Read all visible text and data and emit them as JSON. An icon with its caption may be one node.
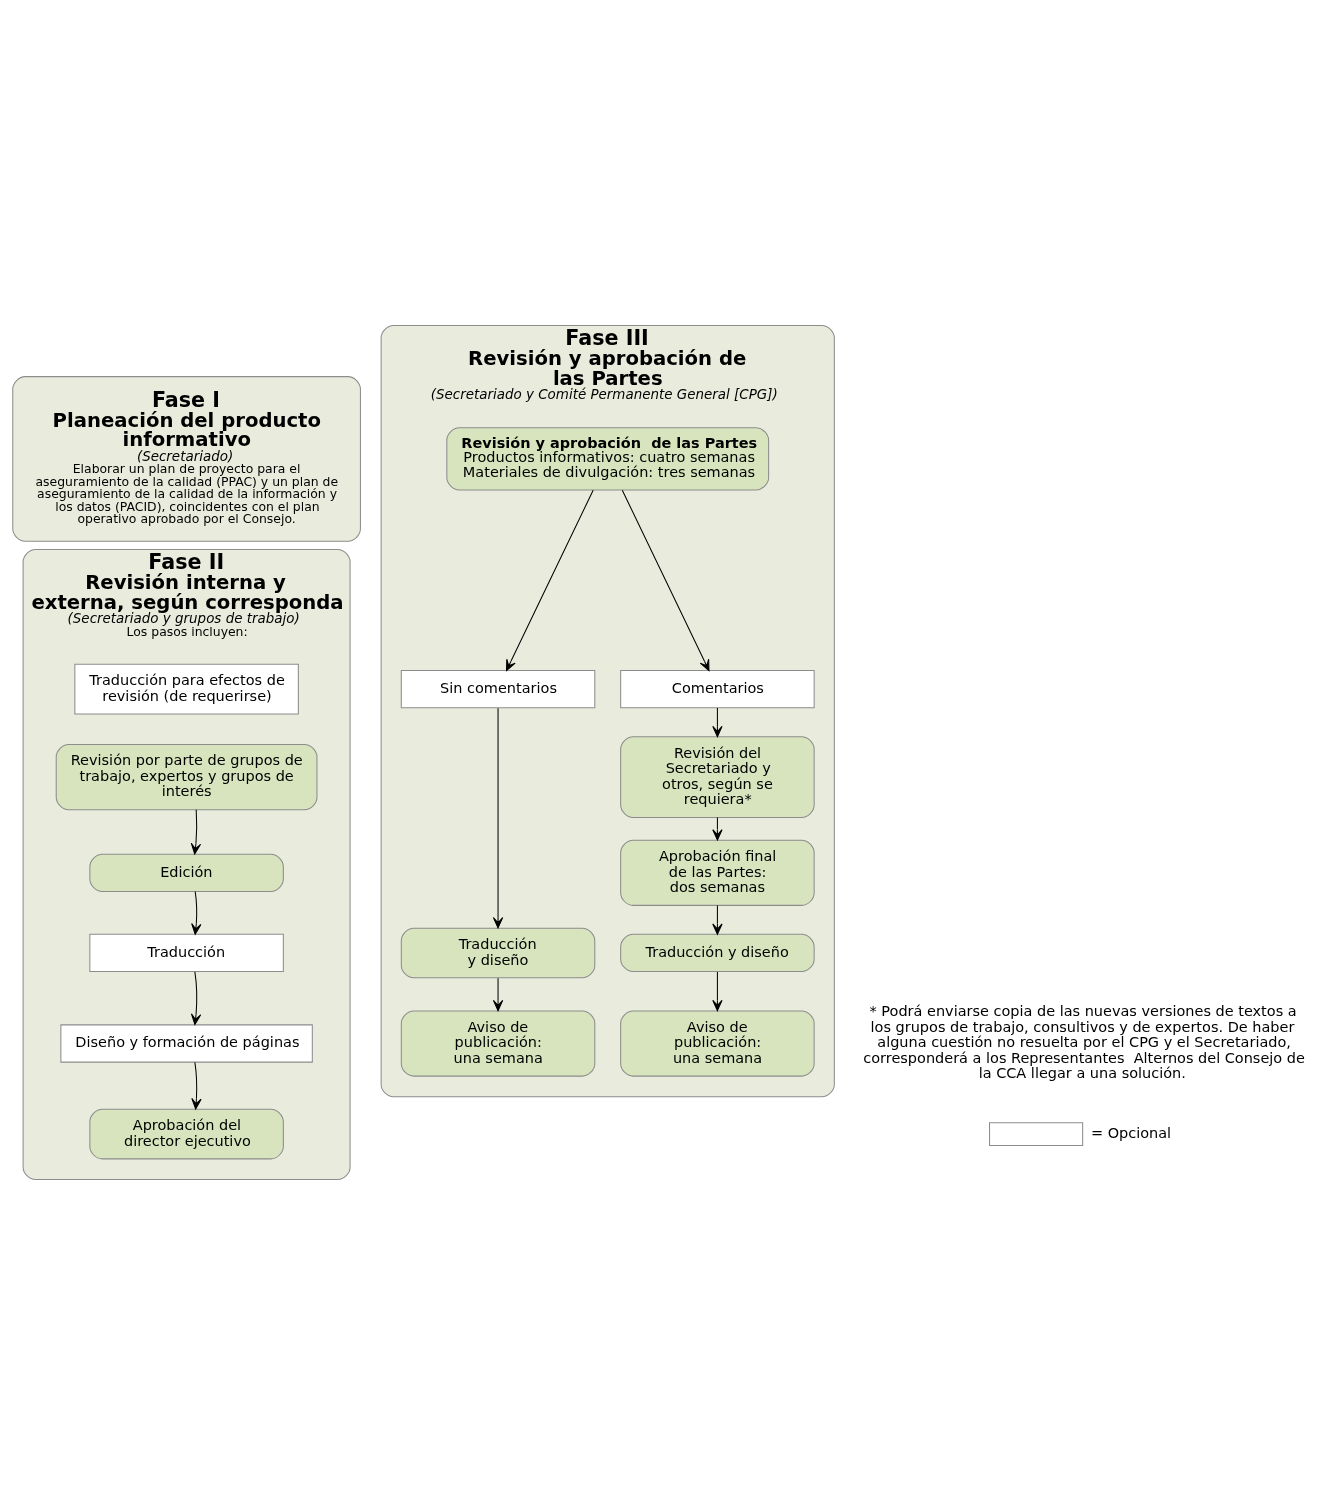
{
  "diagram": {
    "nodes": [
      {
        "text": [
          "Fase I",
          "Planeación del producto informativo",
          "(Secretariado)",
          "Elaborar un plan de proyecto para el aseguramiento de la calidad (PPAC) y un plan de aseguramiento de la calidad de la información y los datos (PACID), coincidentes con el plan operativo aprobado por el Consejo."
        ]
      },
      {
        "text": [
          "Fase II",
          "Revisión interna y externa, según corresponda",
          "(Secretariado y grupos de trabajo)",
          "Los pasos incluyen:"
        ]
      },
      {
        "text": [
          "Traducción para efectos de revisión (de requerirse)"
        ],
        "in": 1
      },
      {
        "text": [
          "Revisión por parte de grupos de trabajo, expertos y grupos de interés"
        ],
        "in": 1
      },
      {
        "text": [
          "Edición"
        ],
        "in": 1
      },
      {
        "text": [
          "Traducción"
        ],
        "in": 1
      },
      {
        "text": [
          "Diseño y formación de páginas"
        ],
        "in": 1
      },
      {
        "text": [
          "Aprobación del director ejecutivo"
        ],
        "in": 1
      },
      {
        "text": [
          "Fase III",
          "Revisión y aprobación de las Partes",
          "(Secretariado y Comité Permanente General [CPG])"
        ]
      },
      {
        "text": [
          "Revisión y aprobación  de las Partes",
          "Productos informativos: cuatro semanas",
          "Materiales de divulgación: tres semanas"
        ],
        "in": 8
      },
      {
        "text": [
          "Sin comentarios"
        ],
        "in": 8
      },
      {
        "text": [
          "Comentarios"
        ],
        "in": 8
      },
      {
        "text": [
          "Revisión del Secretariado y otros, según se requiera*"
        ],
        "in": 8
      },
      {
        "text": [
          "Aprobación final de las Partes: dos semanas"
        ],
        "in": 8
      },
      {
        "text": [
          "Traducción y diseño"
        ],
        "in": 8
      },
      {
        "text": [
          "Aviso de publicación: una semana"
        ],
        "in": 8
      },
      {
        "text": [
          "Traducción y diseño"
        ],
        "in": 8
      },
      {
        "text": [
          "Aviso de publicación: una semana"
        ],
        "in": 8
      }
    ],
    "edges": [
      {
        "from": 3,
        "to": 4,
        "arrow": "to"
      },
      {
        "from": 4,
        "to": 5,
        "arrow": "to"
      },
      {
        "from": 5,
        "to": 6,
        "arrow": "to"
      },
      {
        "from": 6,
        "to": 7,
        "arrow": "to"
      },
      {
        "from": 9,
        "to": 10,
        "arrow": "to"
      },
      {
        "from": 9,
        "to": 11,
        "arrow": "to"
      },
      {
        "from": 10,
        "to": 14,
        "arrow": "to"
      },
      {
        "from": 11,
        "to": 12,
        "arrow": "to"
      },
      {
        "from": 12,
        "to": 13,
        "arrow": "to"
      },
      {
        "from": 13,
        "to": 16,
        "arrow": "to"
      },
      {
        "from": 14,
        "to": 15,
        "arrow": "to"
      },
      {
        "from": 16,
        "to": 17,
        "arrow": "to"
      }
    ],
    "labels": [
      "* Podrá enviarse copia de las nuevas versiones de textos a los grupos de trabajo, consultivos y de expertos. De haber alguna cuestión no resuelta por el CPG y el Secretariado, corresponderá a los Representantes  Alternos del Consejo de la CCA llegar a una solución."
    ],
    "legend": [
      {
        "text": "= Opcional",
        "color": "#ffffff"
      }
    ]
  }
}
